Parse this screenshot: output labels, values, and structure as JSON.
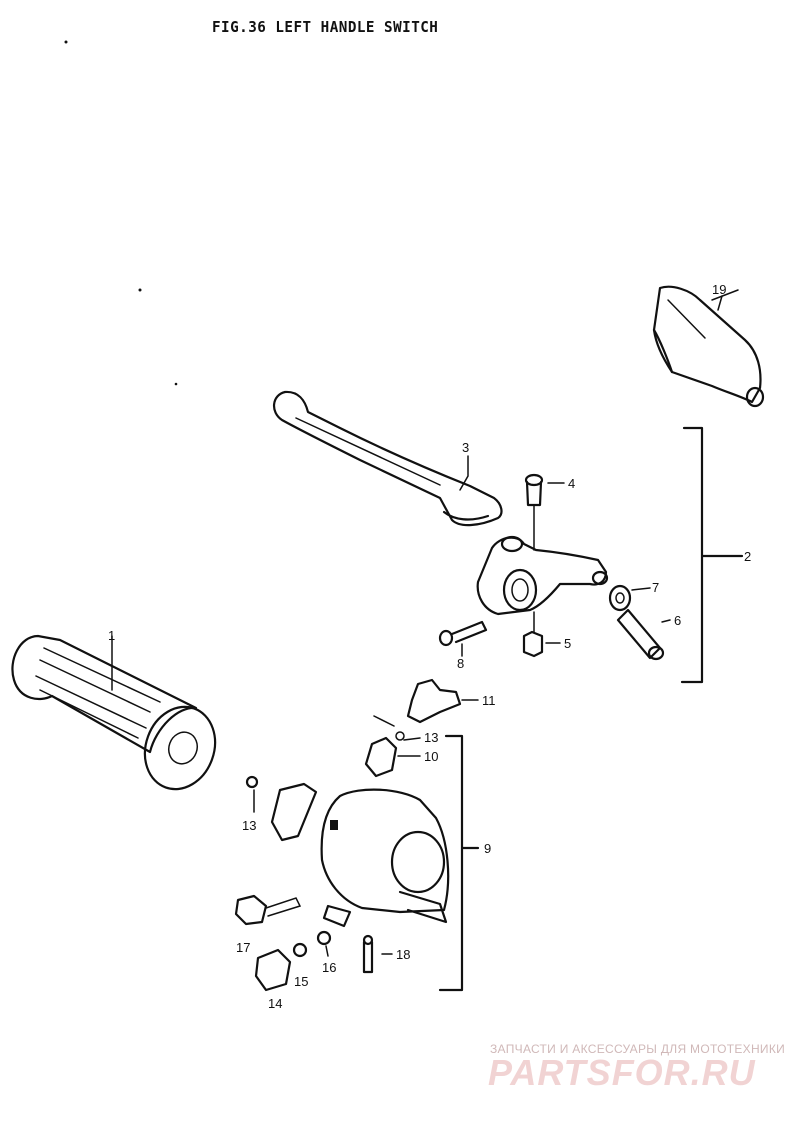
{
  "title": "FIG.36  LEFT HANDLE SWITCH",
  "callouts": {
    "c1": "1",
    "c2": "2",
    "c3": "3",
    "c4": "4",
    "c5": "5",
    "c6": "6",
    "c7": "7",
    "c8": "8",
    "c9": "9",
    "c10": "10",
    "c11": "11",
    "c13a": "13",
    "c13b": "13",
    "c14": "14",
    "c15": "15",
    "c16": "16",
    "c17": "17",
    "c18": "18",
    "c19": "19"
  },
  "watermark": {
    "tagline": "ЗАПЧАСТИ И АКСЕССУАРЫ ДЛЯ МОТОТЕХНИКИ",
    "logo": "PARTSFOR.RU"
  }
}
